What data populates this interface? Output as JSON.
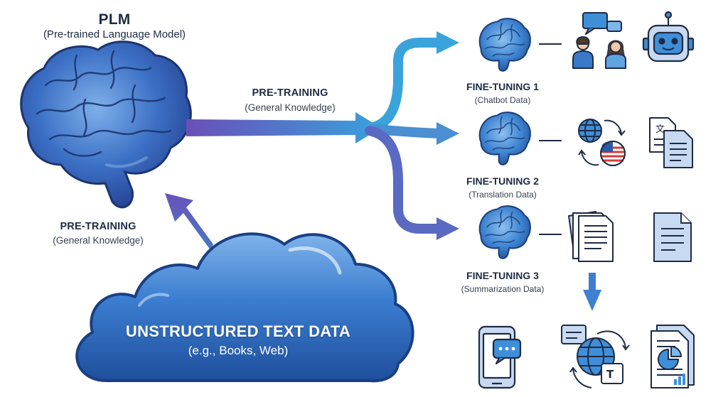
{
  "plm": {
    "title": "PLM",
    "subtitle": "(Pre-trained Language Model)"
  },
  "pretraining_top": {
    "label": "PRE-TRAINING",
    "sublabel": "(General Knowledge)"
  },
  "pretraining_left": {
    "label": "PRE-TRAINING",
    "sublabel": "(General Knowledge)"
  },
  "cloud": {
    "label": "UNSTRUCTURED TEXT DATA",
    "sublabel": "(e.g., Books, Web)"
  },
  "finetunes": [
    {
      "label": "FINE-TUNING 1",
      "sublabel": "(Chatbot Data)"
    },
    {
      "label": "FINE-TUNING 2",
      "sublabel": "(Translation Data)"
    },
    {
      "label": "FINE-TUNING 3",
      "sublabel": "(Summarization Data)"
    }
  ],
  "icons": {
    "ft1_data": "chat-people-icon",
    "ft1_result": "robot-icon",
    "ft2_data": "translation-globe-flag-icon",
    "ft2_result": "translated-documents-icon",
    "ft3_data": "document-stack-icon",
    "ft3_result": "summary-document-icon",
    "bottom": [
      "mobile-chat-icon",
      "globe-translate-icon",
      "report-document-icon"
    ]
  },
  "colors": {
    "brain": "#3b6fc4",
    "brain_dark": "#1f3a75",
    "arrow_purple": "#6a5ac0",
    "arrow_blue": "#3a9bd9",
    "cloud": "#2f6bbf",
    "icon_dark": "#1f2b44",
    "icon_blue": "#3f8fd8"
  }
}
